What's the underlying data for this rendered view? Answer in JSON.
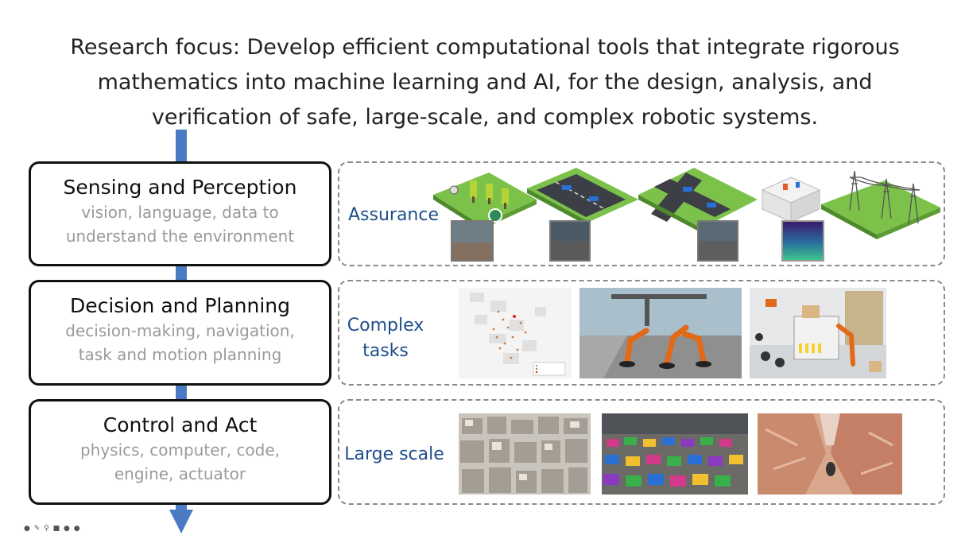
{
  "headline": {
    "line1": "Research focus: Develop efficient computational tools that integrate rigorous",
    "line2": "mathematics into machine learning and AI, for the design, analysis, and",
    "line3": "verification of safe, large-scale, and complex robotic systems."
  },
  "stages": [
    {
      "title": "Sensing and Perception",
      "sub1": "vision, language, data to",
      "sub2": "understand the environment"
    },
    {
      "title": "Decision and Planning",
      "sub1": "decision-making, navigation,",
      "sub2": "task and motion planning"
    },
    {
      "title": "Control and Act",
      "sub1": "physics, computer, code,",
      "sub2": "engine, actuator"
    }
  ],
  "panels": [
    {
      "label1": "Assurance",
      "label2": ""
    },
    {
      "label1": "Complex",
      "label2": "tasks"
    },
    {
      "label1": "Large scale",
      "label2": ""
    }
  ],
  "colors": {
    "arrow": "#4a7bc4",
    "label_blue": "#1f4e8c",
    "sub_gray": "#9a9a9a",
    "grass": "#7cc24a",
    "road": "#3c3f46"
  }
}
